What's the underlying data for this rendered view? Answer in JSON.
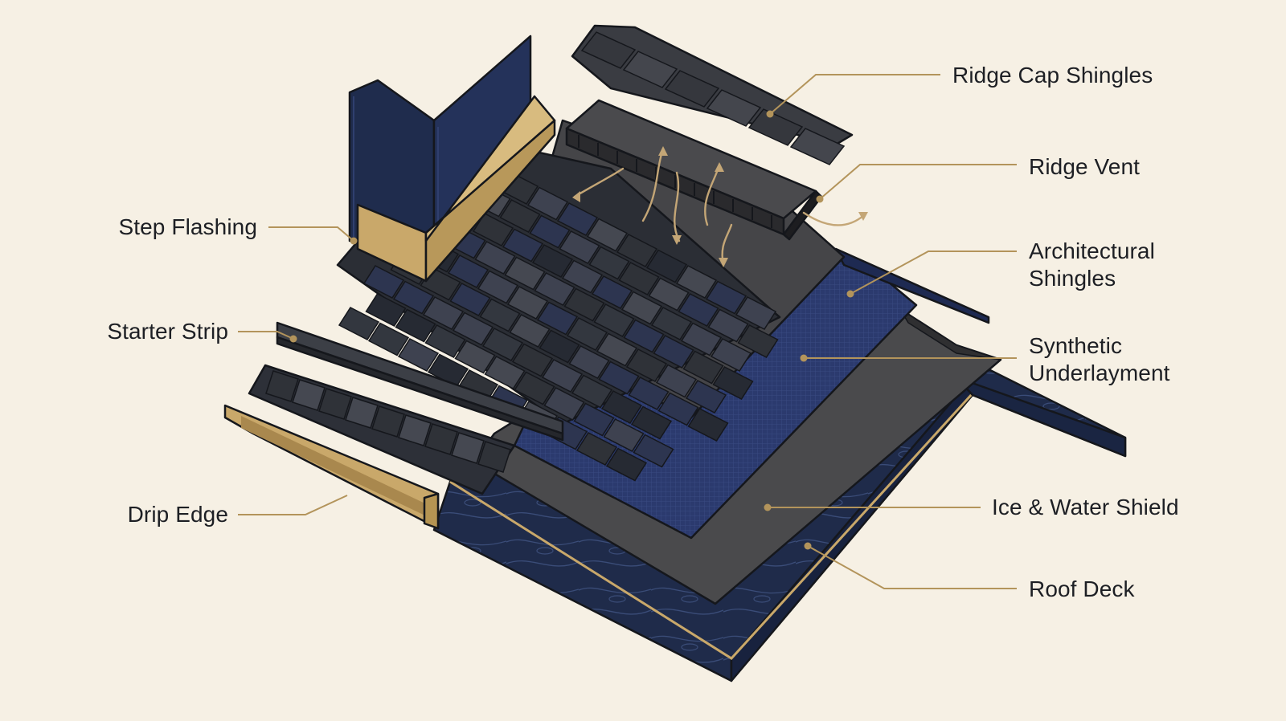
{
  "labels": {
    "ridge_cap_shingles": "Ridge Cap Shingles",
    "ridge_vent": "Ridge Vent",
    "architectural_shingles_line1": "Architectural",
    "architectural_shingles_line2": "Shingles",
    "synthetic_underlayment_line1": "Synthetic",
    "synthetic_underlayment_line2": "Underlayment",
    "ice_water_shield": "Ice & Water Shield",
    "roof_deck": "Roof Deck",
    "step_flashing": "Step Flashing",
    "starter_strip": "Starter Strip",
    "drip_edge": "Drip Edge"
  },
  "colors": {
    "background": "#f6f0e4",
    "navy_deck": "#1f2b4a",
    "wood_grain": "#3a4c78",
    "ice_water_shield": "#4a4a4c",
    "synthetic_underlayment": "#2b3a6e",
    "shingle_dark": "#2f3238",
    "shingle_slate": "#3e4250",
    "shingle_blue": "#2d3550",
    "metal_gold": "#c9a86a",
    "leader_line": "#b3945b",
    "chimney": "#1f2c4d",
    "outline": "#15171c"
  }
}
